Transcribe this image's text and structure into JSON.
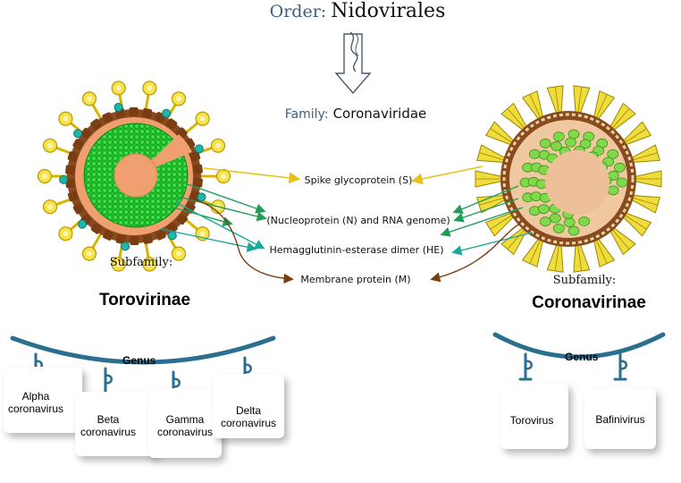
{
  "order": {
    "label": "Order:",
    "name": "Nidovirales"
  },
  "family": {
    "label": "Family:",
    "name": "Coronaviridae"
  },
  "structure_labels": {
    "spike": "Spike glycoprotein (S)",
    "nucleoprotein": "(Nucleoprotein (N) and RNA genome)",
    "hemagglutinin": "Hemagglutinin-esterase dimer (HE)",
    "membrane": "Membrane protein (M)"
  },
  "left_subfamily": {
    "label": "Subfamily:",
    "name": "Torovirinae",
    "genus_title": "Genus",
    "genera": [
      "Alpha coronavirus",
      "Beta coronavirus",
      "Gamma coronavirus",
      "Delta coronavirus"
    ]
  },
  "right_subfamily": {
    "label": "Subfamily:",
    "name": "Coronavirinae",
    "genus_title": "Genus",
    "genera": [
      "Torovirus",
      "Bafinivirus"
    ]
  },
  "colors": {
    "spike_arrow": "#e6c21a",
    "nucleo_arrow": "#1e9e55",
    "he_arrow": "#1aa89a",
    "membrane_arrow": "#7a3d12",
    "genus_arc": "#2a6f8f",
    "title_key": "#3d5f80"
  }
}
